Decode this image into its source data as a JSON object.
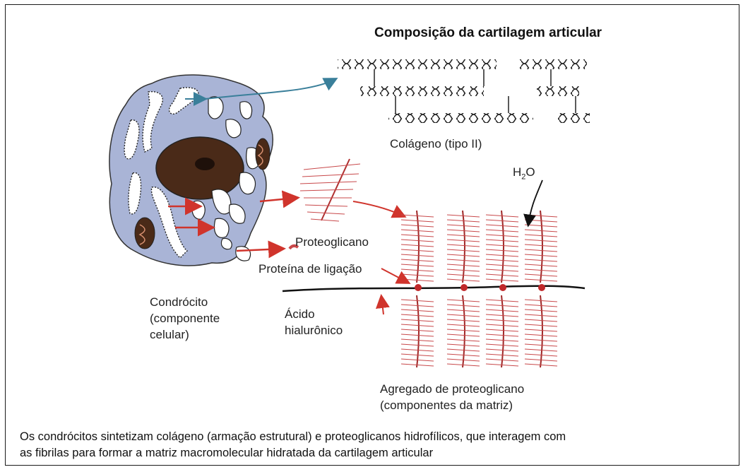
{
  "diagram": {
    "title": "Composição da cartilagem articular",
    "labels": {
      "collagen": "Colágeno (tipo II)",
      "water_prefix": "H",
      "water_sub": "2",
      "water_suffix": "O",
      "proteoglycan": "Proteoglicano",
      "link_protein": "Proteína de ligação",
      "chondrocyte_line1": "Condrócito",
      "chondrocyte_line2": "(componente",
      "chondrocyte_line3": "celular)",
      "hyaluronic_line1": "Ácido",
      "hyaluronic_line2": "hialurônico",
      "aggregate_line1": "Agregado de proteoglicano",
      "aggregate_line2": "(componentes da matriz)"
    },
    "caption_line1": "Os condrócitos sintetizam colágeno (armação estrutural) e proteoglicanos hidrofílicos, que interagem com",
    "caption_line2": "as fibrilas para formar a matriz macromolecular hidratada da cartilagem articular",
    "colors": {
      "cell_fill": "#a9b4d6",
      "nucleus": "#4a2a18",
      "arrow_red": "#d0342c",
      "arrow_blue": "#3a7f9a",
      "proteoglycan_red": "#c8484a",
      "glycan_yellow": "#c8b24a"
    }
  }
}
